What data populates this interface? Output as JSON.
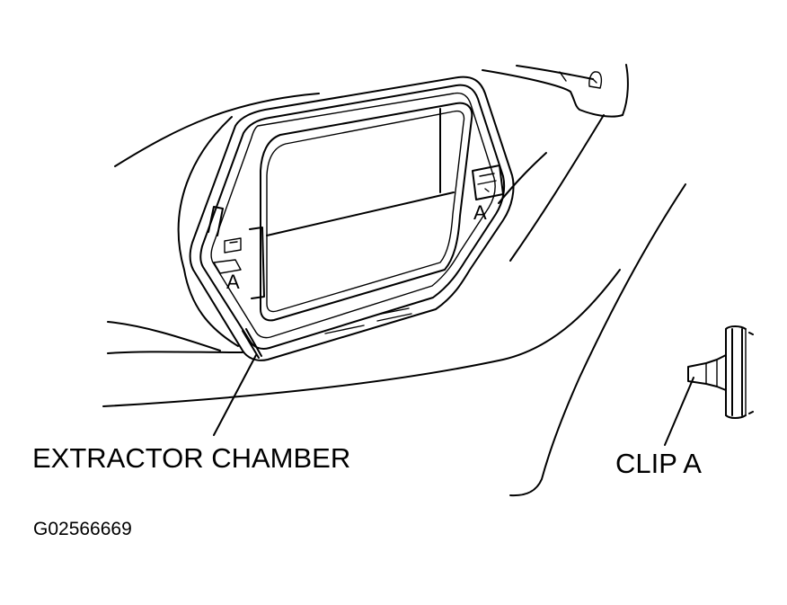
{
  "labels": {
    "extractor_chamber": "EXTRACTOR CHAMBER",
    "clip_a": "CLIP A",
    "figure_code": "G02566669",
    "clip_marker_left": "A",
    "clip_marker_right": "A"
  },
  "colors": {
    "ink": "#000000",
    "paper": "#ffffff"
  }
}
